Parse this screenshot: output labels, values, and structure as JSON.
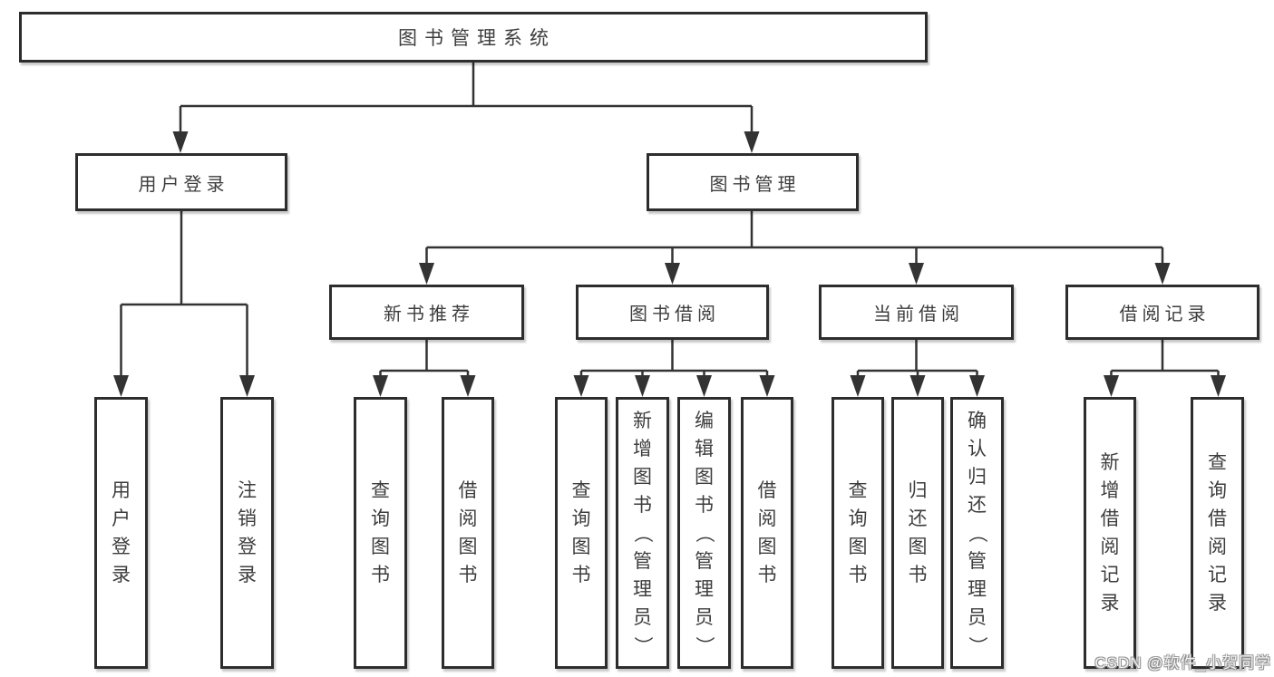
{
  "colors": {
    "line": "#333333",
    "box_border": "#2d2d2d",
    "text": "#3d3d3d",
    "background": "#ffffff"
  },
  "watermark": {
    "text": "CSDN @软件_小贺同学"
  },
  "tree": {
    "root": {
      "label": "图书管理系统"
    },
    "children": [
      {
        "label": "用户登录",
        "children": [
          {
            "label": "用户登录"
          },
          {
            "label": "注销登录"
          }
        ]
      },
      {
        "label": "图书管理",
        "children": [
          {
            "label": "新书推荐",
            "children": [
              {
                "label": "查询图书"
              },
              {
                "label": "借阅图书"
              }
            ]
          },
          {
            "label": "图书借阅",
            "children": [
              {
                "label": "查询图书"
              },
              {
                "label": "新增图书（管理员）"
              },
              {
                "label": "编辑图书（管理员）"
              },
              {
                "label": "借阅图书"
              }
            ]
          },
          {
            "label": "当前借阅",
            "children": [
              {
                "label": "查询图书"
              },
              {
                "label": "归还图书"
              },
              {
                "label": "确认归还（管理员）"
              }
            ]
          },
          {
            "label": "借阅记录",
            "children": [
              {
                "label": "新增借阅记录"
              },
              {
                "label": "查询借阅记录"
              }
            ]
          }
        ]
      }
    ]
  }
}
